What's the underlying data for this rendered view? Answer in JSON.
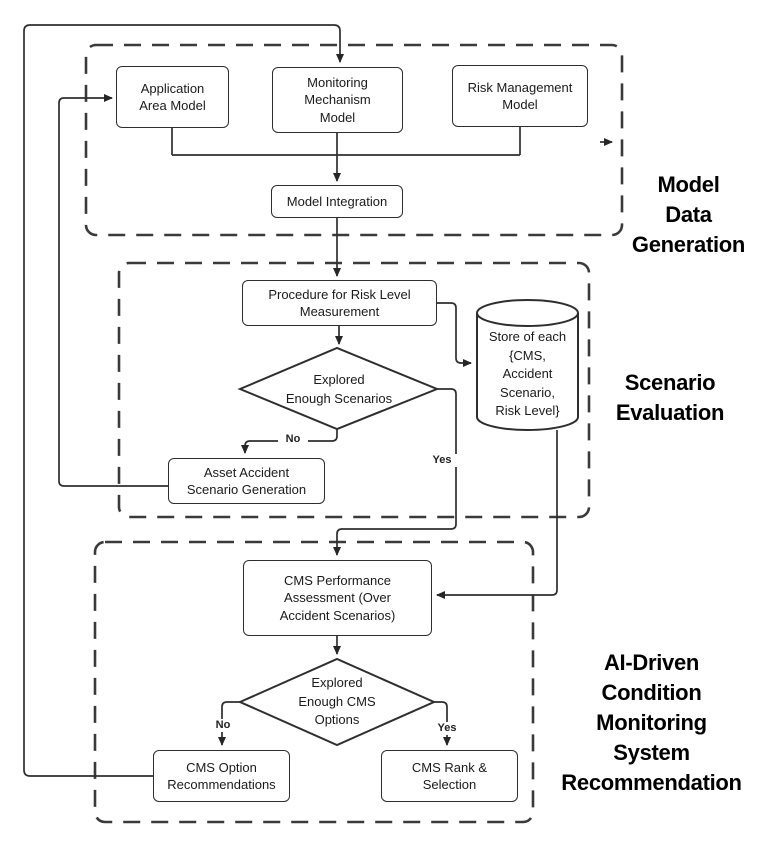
{
  "sections": {
    "model_data_generation": {
      "label": "Model\nData\nGeneration"
    },
    "scenario_evaluation": {
      "label": "Scenario\nEvaluation"
    },
    "ai_cms_recommendation": {
      "label": "AI-Driven\nCondition\nMonitoring\nSystem\nRecommendation"
    }
  },
  "nodes": {
    "application_area_model": {
      "label": "Application\nArea Model",
      "shape": "process-rect"
    },
    "monitoring_mechanism_model": {
      "label": "Monitoring\nMechanism\nModel",
      "shape": "process-rect"
    },
    "risk_management_model": {
      "label": "Risk Management\nModel",
      "shape": "process-rect"
    },
    "model_integration": {
      "label": "Model Integration",
      "shape": "process-rect"
    },
    "procedure_risk_level": {
      "label": "Procedure for Risk Level\nMeasurement",
      "shape": "process-rect"
    },
    "explored_enough_scenarios": {
      "label": "Explored\nEnough Scenarios",
      "shape": "decision-diamond"
    },
    "asset_accident_scenario_generation": {
      "label": "Asset Accident\nScenario Generation",
      "shape": "process-rect"
    },
    "store_of_each": {
      "label": "Store of each\n{CMS,\nAccident\nScenario,\nRisk Level}",
      "shape": "database-cylinder"
    },
    "cms_performance_assessment": {
      "label": "CMS Performance\nAssessment (Over\nAccident Scenarios)",
      "shape": "process-rect"
    },
    "explored_enough_cms_options": {
      "label": "Explored\nEnough CMS\nOptions",
      "shape": "decision-diamond"
    },
    "cms_option_recommendations": {
      "label": "CMS Option\nRecommendations",
      "shape": "process-rect"
    },
    "cms_rank_selection": {
      "label": "CMS Rank &\nSelection",
      "shape": "process-rect"
    }
  },
  "edge_labels": {
    "scenarios_no": "No",
    "scenarios_yes": "Yes",
    "cms_no": "No",
    "cms_yes": "Yes"
  },
  "colors": {
    "line": "#2e2e2e",
    "dashed_border": "#3a3a3a",
    "text": "#1a1a1a",
    "background": "#ffffff"
  }
}
